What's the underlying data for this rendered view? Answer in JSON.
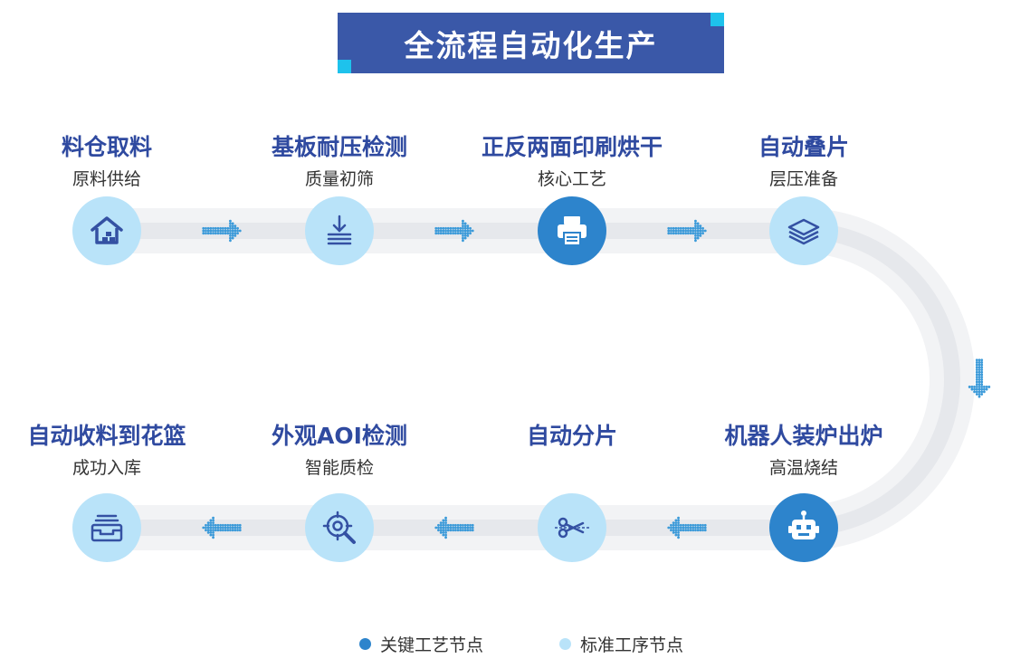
{
  "header": {
    "title": "全流程自动化生产"
  },
  "steps": [
    {
      "title": "料仓取料",
      "subtitle": "原料供给",
      "icon": "warehouse-icon",
      "type": "standard"
    },
    {
      "title": "基板耐压检测",
      "subtitle": "质量初筛",
      "icon": "download-tray-icon",
      "type": "standard"
    },
    {
      "title": "正反两面印刷烘干",
      "subtitle": "核心工艺",
      "icon": "printer-icon",
      "type": "key"
    },
    {
      "title": "自动叠片",
      "subtitle": "层压准备",
      "icon": "layers-icon",
      "type": "standard"
    },
    {
      "title": "机器人装炉出炉",
      "subtitle": "高温烧结",
      "icon": "robot-icon",
      "type": "key"
    },
    {
      "title": "自动分片",
      "subtitle": "",
      "icon": "scissors-icon",
      "type": "standard"
    },
    {
      "title": "外观AOI检测",
      "subtitle": "智能质检",
      "icon": "magnifier-target-icon",
      "type": "standard"
    },
    {
      "title": "自动收料到花篮",
      "subtitle": "成功入库",
      "icon": "storage-drawer-icon",
      "type": "standard"
    }
  ],
  "legend": [
    {
      "label": "关键工艺节点",
      "color": "#2d84cc"
    },
    {
      "label": "标准工序节点",
      "color": "#b9e3f9"
    }
  ],
  "colors": {
    "title": "#2f4aa0",
    "banner": "#3a58a8",
    "accent": "#1ec2ec",
    "arrow": "#3b9ad9",
    "track": "#e6e8ec"
  }
}
